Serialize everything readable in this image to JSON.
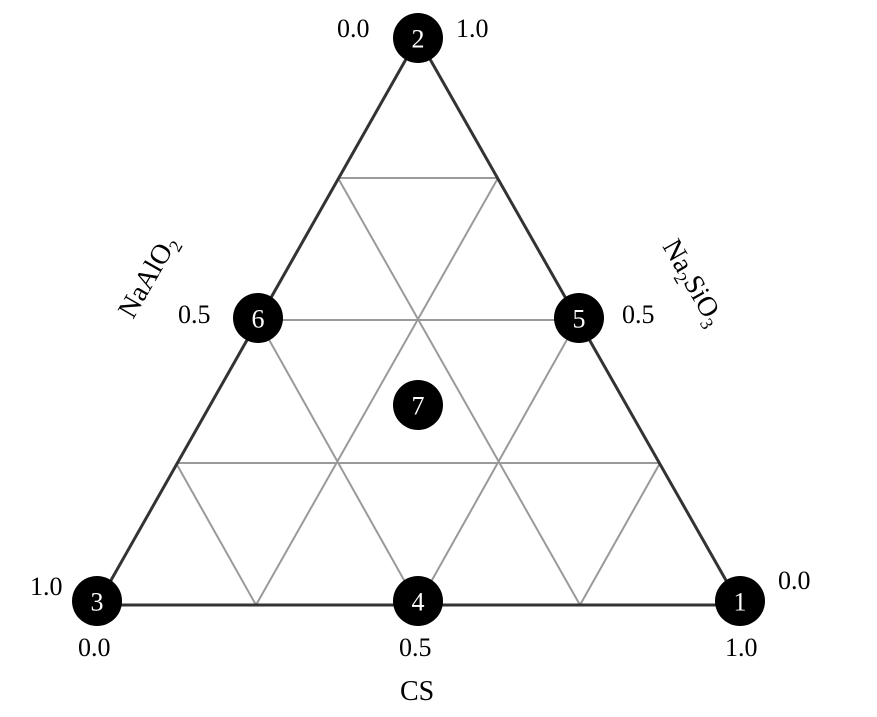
{
  "axes": {
    "left": {
      "label_main": "NaAlO",
      "label_sub": "2"
    },
    "right": {
      "label_pre": "Na",
      "label_sub1": "2",
      "label_mid": "SiO",
      "label_sub2": "3"
    },
    "bottom": {
      "label": "CS"
    }
  },
  "ticks": {
    "top_left": "0.0",
    "top_right": "1.0",
    "left_mid": "0.5",
    "right_mid": "0.5",
    "bottom_left_side": "1.0",
    "bottom_left_below": "0.0",
    "bottom_mid": "0.5",
    "bottom_right_side": "0.0",
    "bottom_right_below": "1.0"
  },
  "nodes": [
    {
      "id": "1",
      "label": "1"
    },
    {
      "id": "2",
      "label": "2"
    },
    {
      "id": "3",
      "label": "3"
    },
    {
      "id": "4",
      "label": "4"
    },
    {
      "id": "5",
      "label": "5"
    },
    {
      "id": "6",
      "label": "6"
    },
    {
      "id": "7",
      "label": "7"
    }
  ],
  "colors": {
    "edge": "#333333",
    "grid": "#9a9a9a",
    "node": "#000000",
    "node_text": "#ffffff"
  }
}
